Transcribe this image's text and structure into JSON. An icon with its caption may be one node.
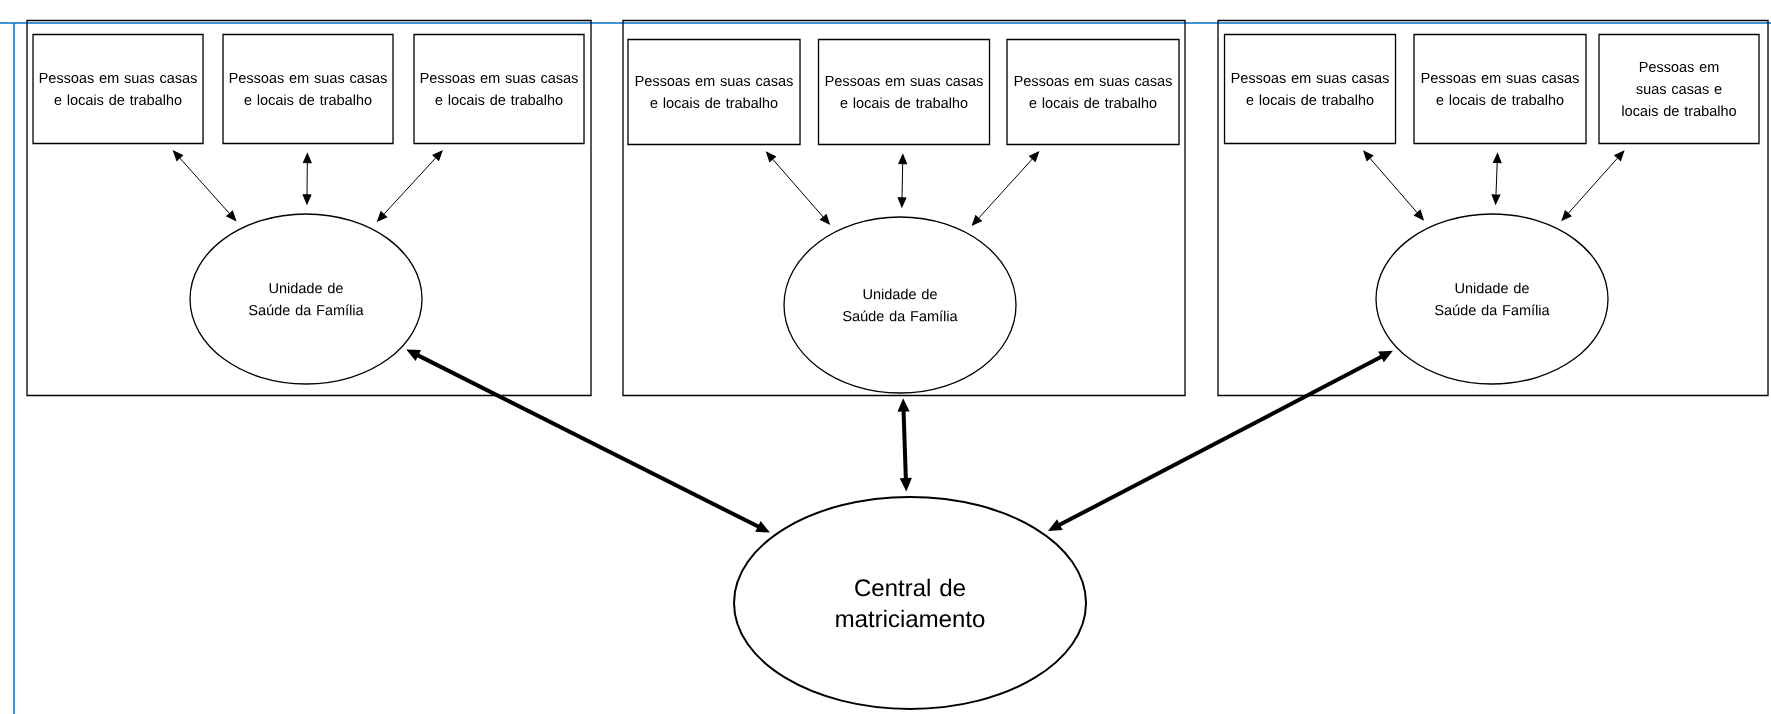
{
  "diagram": {
    "nodes": [
      {
        "text": [],
        "shape": "box"
      },
      {
        "text": [
          "Pessoas em suas casas e locais de trabalho"
        ],
        "in": 0
      },
      {
        "text": [
          "Pessoas em suas casas e locais de trabalho"
        ],
        "in": 0
      },
      {
        "text": [
          "Pessoas em suas casas e locais de trabalho"
        ],
        "in": 0
      },
      {
        "text": [
          "Unidade de Saúde da Família"
        ],
        "in": 0
      },
      {
        "text": [],
        "shape": "box"
      },
      {
        "text": [
          "Pessoas em suas casas e locais de trabalho"
        ],
        "in": 5
      },
      {
        "text": [
          "Pessoas em suas casas e locais de trabalho"
        ],
        "in": 5
      },
      {
        "text": [
          "Pessoas em suas casas e locais de trabalho"
        ],
        "in": 5
      },
      {
        "text": [
          "Unidade de Saúde da Família"
        ],
        "in": 5
      },
      {
        "text": [],
        "shape": "box"
      },
      {
        "text": [
          "Pessoas em suas casas e locais de trabalho"
        ],
        "in": 10
      },
      {
        "text": [
          "Pessoas em suas casas e locais de trabalho"
        ],
        "in": 10
      },
      {
        "text": [
          "Pessoas em suas casas e locais de trabalho"
        ],
        "in": 10
      },
      {
        "text": [
          "Unidade de Saúde da Família"
        ],
        "in": 10
      },
      {
        "text": [
          "Central de matriciamento"
        ]
      }
    ],
    "edges": [
      {
        "from": 1,
        "to": 4,
        "arrow": "both"
      },
      {
        "from": 2,
        "to": 4,
        "arrow": "both"
      },
      {
        "from": 3,
        "to": 4,
        "arrow": "both"
      },
      {
        "from": 6,
        "to": 9,
        "arrow": "both"
      },
      {
        "from": 7,
        "to": 9,
        "arrow": "both"
      },
      {
        "from": 8,
        "to": 9,
        "arrow": "both"
      },
      {
        "from": 11,
        "to": 14,
        "arrow": "both"
      },
      {
        "from": 12,
        "to": 14,
        "arrow": "both"
      },
      {
        "from": 13,
        "to": 14,
        "arrow": "both"
      },
      {
        "from": 4,
        "to": 15,
        "arrow": "both",
        "style": "thick"
      },
      {
        "from": 9,
        "to": 15,
        "arrow": "both",
        "style": "thick"
      },
      {
        "from": 14,
        "to": 15,
        "arrow": "both",
        "style": "thick"
      }
    ]
  }
}
